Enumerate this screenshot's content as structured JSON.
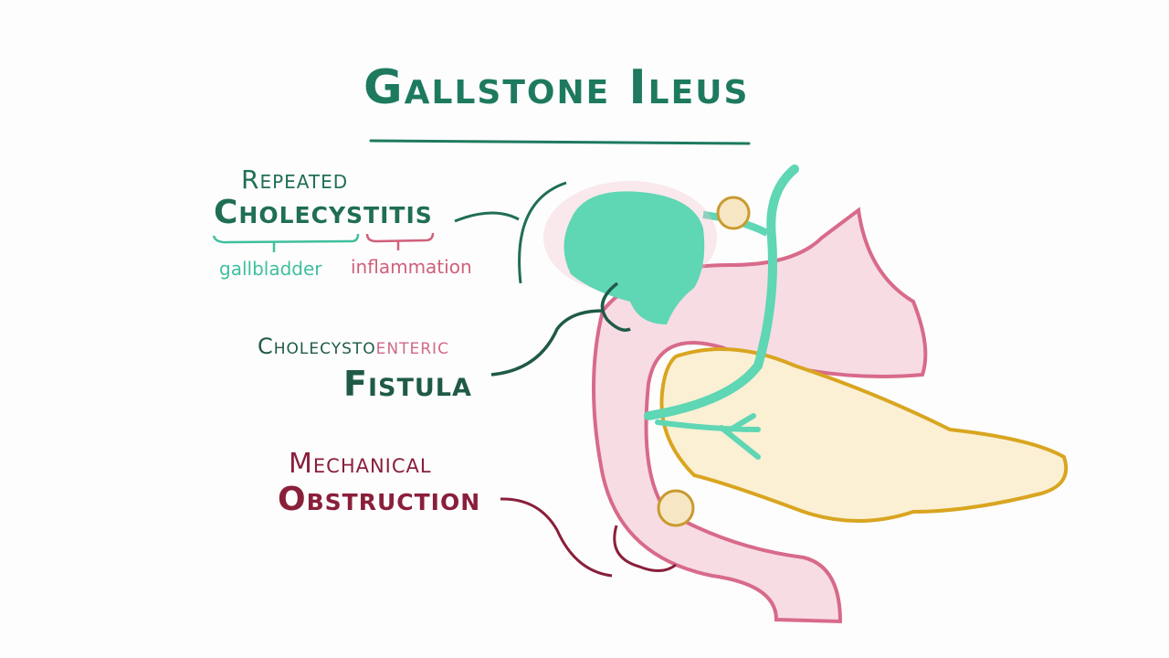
{
  "title": "Gallstone Ileus",
  "labels": {
    "repeated": "Repeated",
    "cholecystitis": "Cholecystitis",
    "gallbladder": "gallbladder",
    "inflammation": "inflammation",
    "cholecysto": "Cholecysto",
    "enteric": "enteric",
    "fistula": "Fistula",
    "mechanical": "Mechanical",
    "obstruction": "Obstruction"
  },
  "colors": {
    "title": "#1e7a5f",
    "gallbladder": "#5fd6b4",
    "inflammation": "#d0607a",
    "obstruction": "#8a1f3a",
    "duodenum_fill": "#f7dce4",
    "duodenum_stroke": "#d86a8a",
    "pancreas_fill": "#fbf0d4",
    "pancreas_stroke": "#d9a520"
  }
}
